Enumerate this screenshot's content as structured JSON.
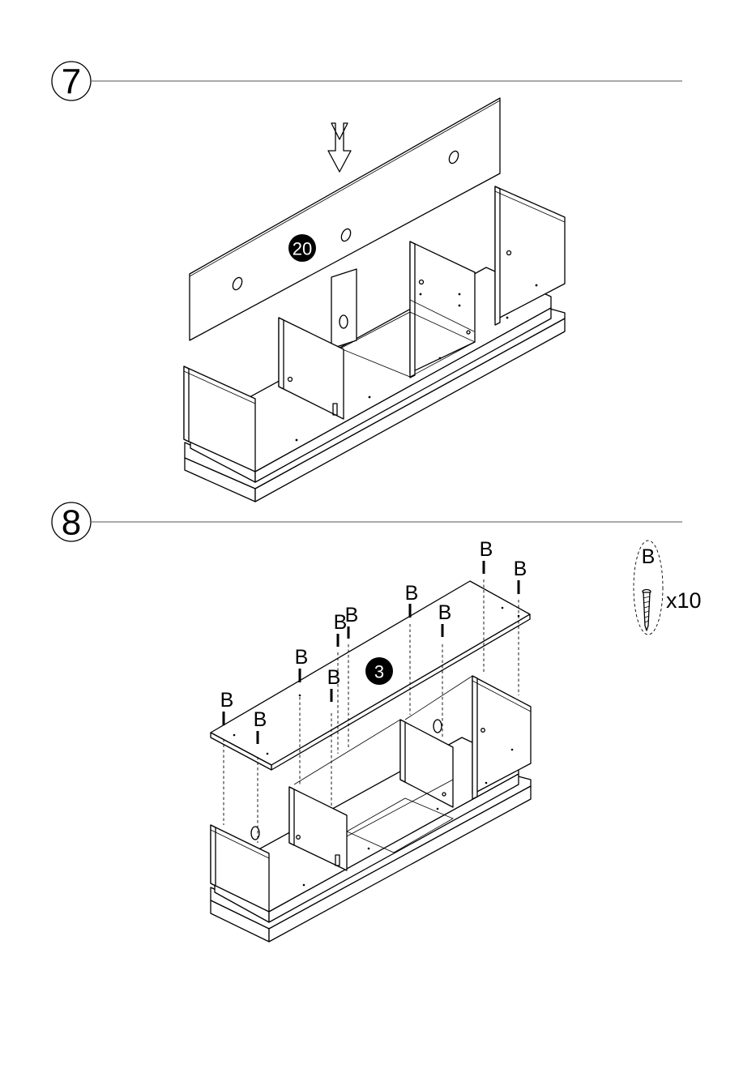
{
  "steps": [
    {
      "number": "7",
      "part_label": "20"
    },
    {
      "number": "8",
      "part_label": "3"
    }
  ],
  "hardware": {
    "letter": "B",
    "quantity": "x10",
    "callout_letter": "B"
  },
  "icons": [
    "down-arrow-icon",
    "screw-icon"
  ],
  "colors": {
    "ink": "#000000",
    "paper": "#ffffff",
    "rule": "#555555"
  }
}
